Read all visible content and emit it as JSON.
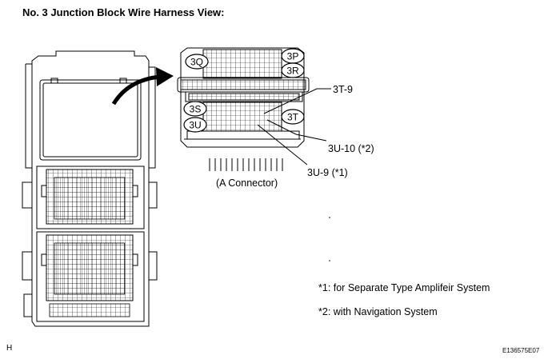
{
  "title": "No. 3 Junction Block Wire Harness View:",
  "connector_tags": [
    "3Q",
    "3P",
    "3R",
    "3S",
    "3U",
    "3T"
  ],
  "callouts": {
    "t9": "3T-9",
    "u10": "3U-10 (*2)",
    "u9": "3U-9 (*1)",
    "a_connector": "(A Connector)"
  },
  "notes": {
    "n1": "*1: for Separate Type Amplifeir System",
    "n2": "*2: with  Navigation System"
  },
  "footer": {
    "left": "H",
    "right": "E136575E07"
  }
}
